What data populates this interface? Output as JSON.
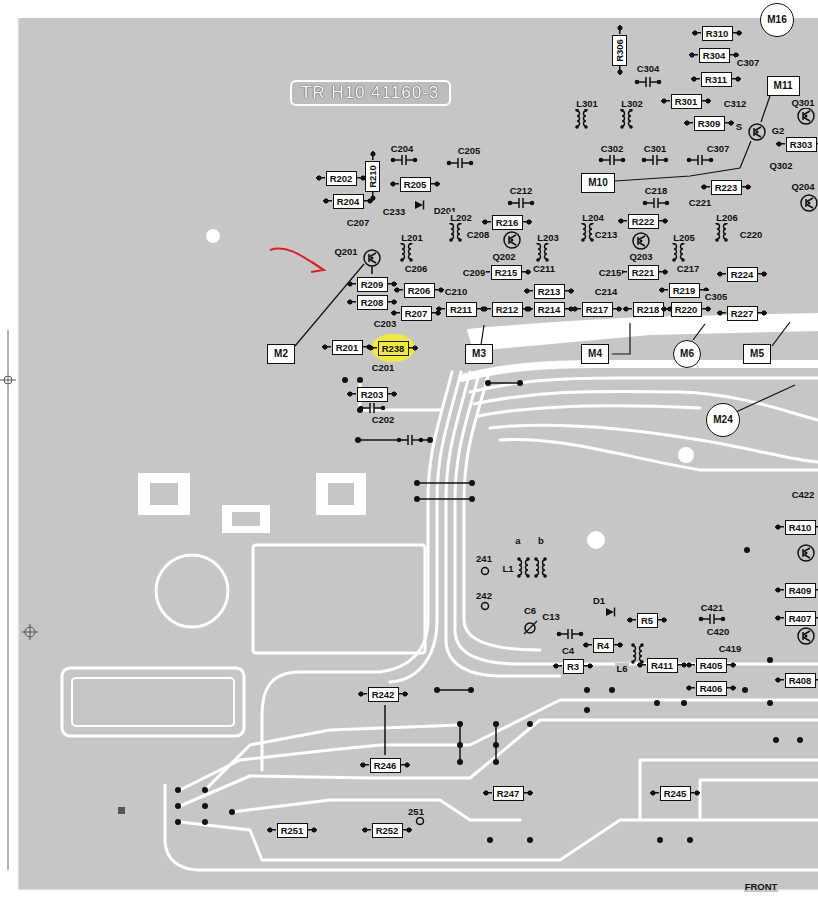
{
  "diagram": {
    "nodes": [
      {
        "text": [
          "TR H10 41160-3"
        ]
      },
      {
        "text": [
          "M16"
        ]
      },
      {
        "text": [
          "R310"
        ]
      },
      {
        "text": [
          "R306"
        ]
      },
      {
        "text": [
          "R304"
        ]
      },
      {
        "text": [
          "R311"
        ]
      },
      {
        "text": [
          "M11"
        ]
      },
      {
        "text": [
          "R301"
        ]
      },
      {
        "text": [
          "R309"
        ]
      },
      {
        "text": [
          "R303"
        ]
      },
      {
        "text": [
          "R202"
        ]
      },
      {
        "text": [
          "R210"
        ]
      },
      {
        "text": [
          "R205"
        ]
      },
      {
        "text": [
          "M10"
        ]
      },
      {
        "text": [
          "R223"
        ]
      },
      {
        "text": [
          "R204"
        ]
      },
      {
        "text": [
          "R216"
        ]
      },
      {
        "text": [
          "R222"
        ]
      },
      {
        "text": [
          "R215"
        ]
      },
      {
        "text": [
          "R221"
        ]
      },
      {
        "text": [
          "R224"
        ]
      },
      {
        "text": [
          "R209"
        ]
      },
      {
        "text": [
          "R206"
        ]
      },
      {
        "text": [
          "R213"
        ]
      },
      {
        "text": [
          "R219"
        ]
      },
      {
        "text": [
          "R208"
        ]
      },
      {
        "text": [
          "R211"
        ]
      },
      {
        "text": [
          "R212"
        ]
      },
      {
        "text": [
          "R214"
        ]
      },
      {
        "text": [
          "R217"
        ]
      },
      {
        "text": [
          "R218"
        ]
      },
      {
        "text": [
          "R220"
        ]
      },
      {
        "text": [
          "R207"
        ]
      },
      {
        "text": [
          "R227"
        ]
      },
      {
        "text": [
          "R201"
        ]
      },
      {
        "text": [
          "R238"
        ]
      },
      {
        "text": [
          "M2"
        ]
      },
      {
        "text": [
          "M3"
        ]
      },
      {
        "text": [
          "M4"
        ]
      },
      {
        "text": [
          "M6"
        ]
      },
      {
        "text": [
          "M5"
        ]
      },
      {
        "text": [
          "R203"
        ]
      },
      {
        "text": [
          "M24"
        ]
      },
      {
        "text": [
          "R410"
        ]
      },
      {
        "text": [
          "R409"
        ]
      },
      {
        "text": [
          "R5"
        ]
      },
      {
        "text": [
          "R407"
        ]
      },
      {
        "text": [
          "R4"
        ]
      },
      {
        "text": [
          "R3"
        ]
      },
      {
        "text": [
          "R411"
        ]
      },
      {
        "text": [
          "R405"
        ]
      },
      {
        "text": [
          "R408"
        ]
      },
      {
        "text": [
          "R406"
        ]
      },
      {
        "text": [
          "R242"
        ]
      },
      {
        "text": [
          "R246"
        ]
      },
      {
        "text": [
          "R247"
        ]
      },
      {
        "text": [
          "R245"
        ]
      },
      {
        "text": [
          "R251"
        ]
      },
      {
        "text": [
          "R252"
        ]
      }
    ],
    "labels": [
      "C304",
      "C307",
      "L301",
      "L302",
      "C312",
      "Q301",
      "S",
      "G2",
      "C302",
      "C301",
      "C307",
      "Q302",
      "C204",
      "C205",
      "C212",
      "C218",
      "Q204",
      "D201",
      "C233",
      "C221",
      "C207",
      "L202",
      "L204",
      "L206",
      "C208",
      "C213",
      "C220",
      "L201",
      "L203",
      "L205",
      "Q201",
      "Q202",
      "Q203",
      "C206",
      "C209",
      "C211",
      "C215",
      "C217",
      "C210",
      "C214",
      "C305",
      "C203",
      "C201",
      "C202",
      "C422",
      "a",
      "b",
      "L1",
      "241",
      "242",
      "D1",
      "C421",
      "C6",
      "C13",
      "C420",
      "C419",
      "C4",
      "L6",
      "251",
      "FRONT"
    ]
  }
}
